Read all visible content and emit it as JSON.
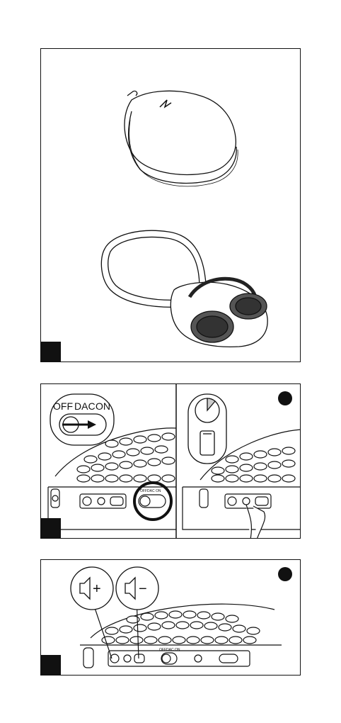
{
  "panel2": {
    "switch_callout": {
      "off": "OFF",
      "dac": "DAC",
      "on": "ON"
    },
    "device_switch": {
      "off": "OFF",
      "dac": "DAC",
      "on": "ON"
    }
  },
  "panel3": {
    "volume_up_symbol": "+",
    "volume_down_symbol": "−",
    "device_switch": {
      "off": "OFF",
      "dac": "DAC",
      "on": "ON"
    }
  }
}
